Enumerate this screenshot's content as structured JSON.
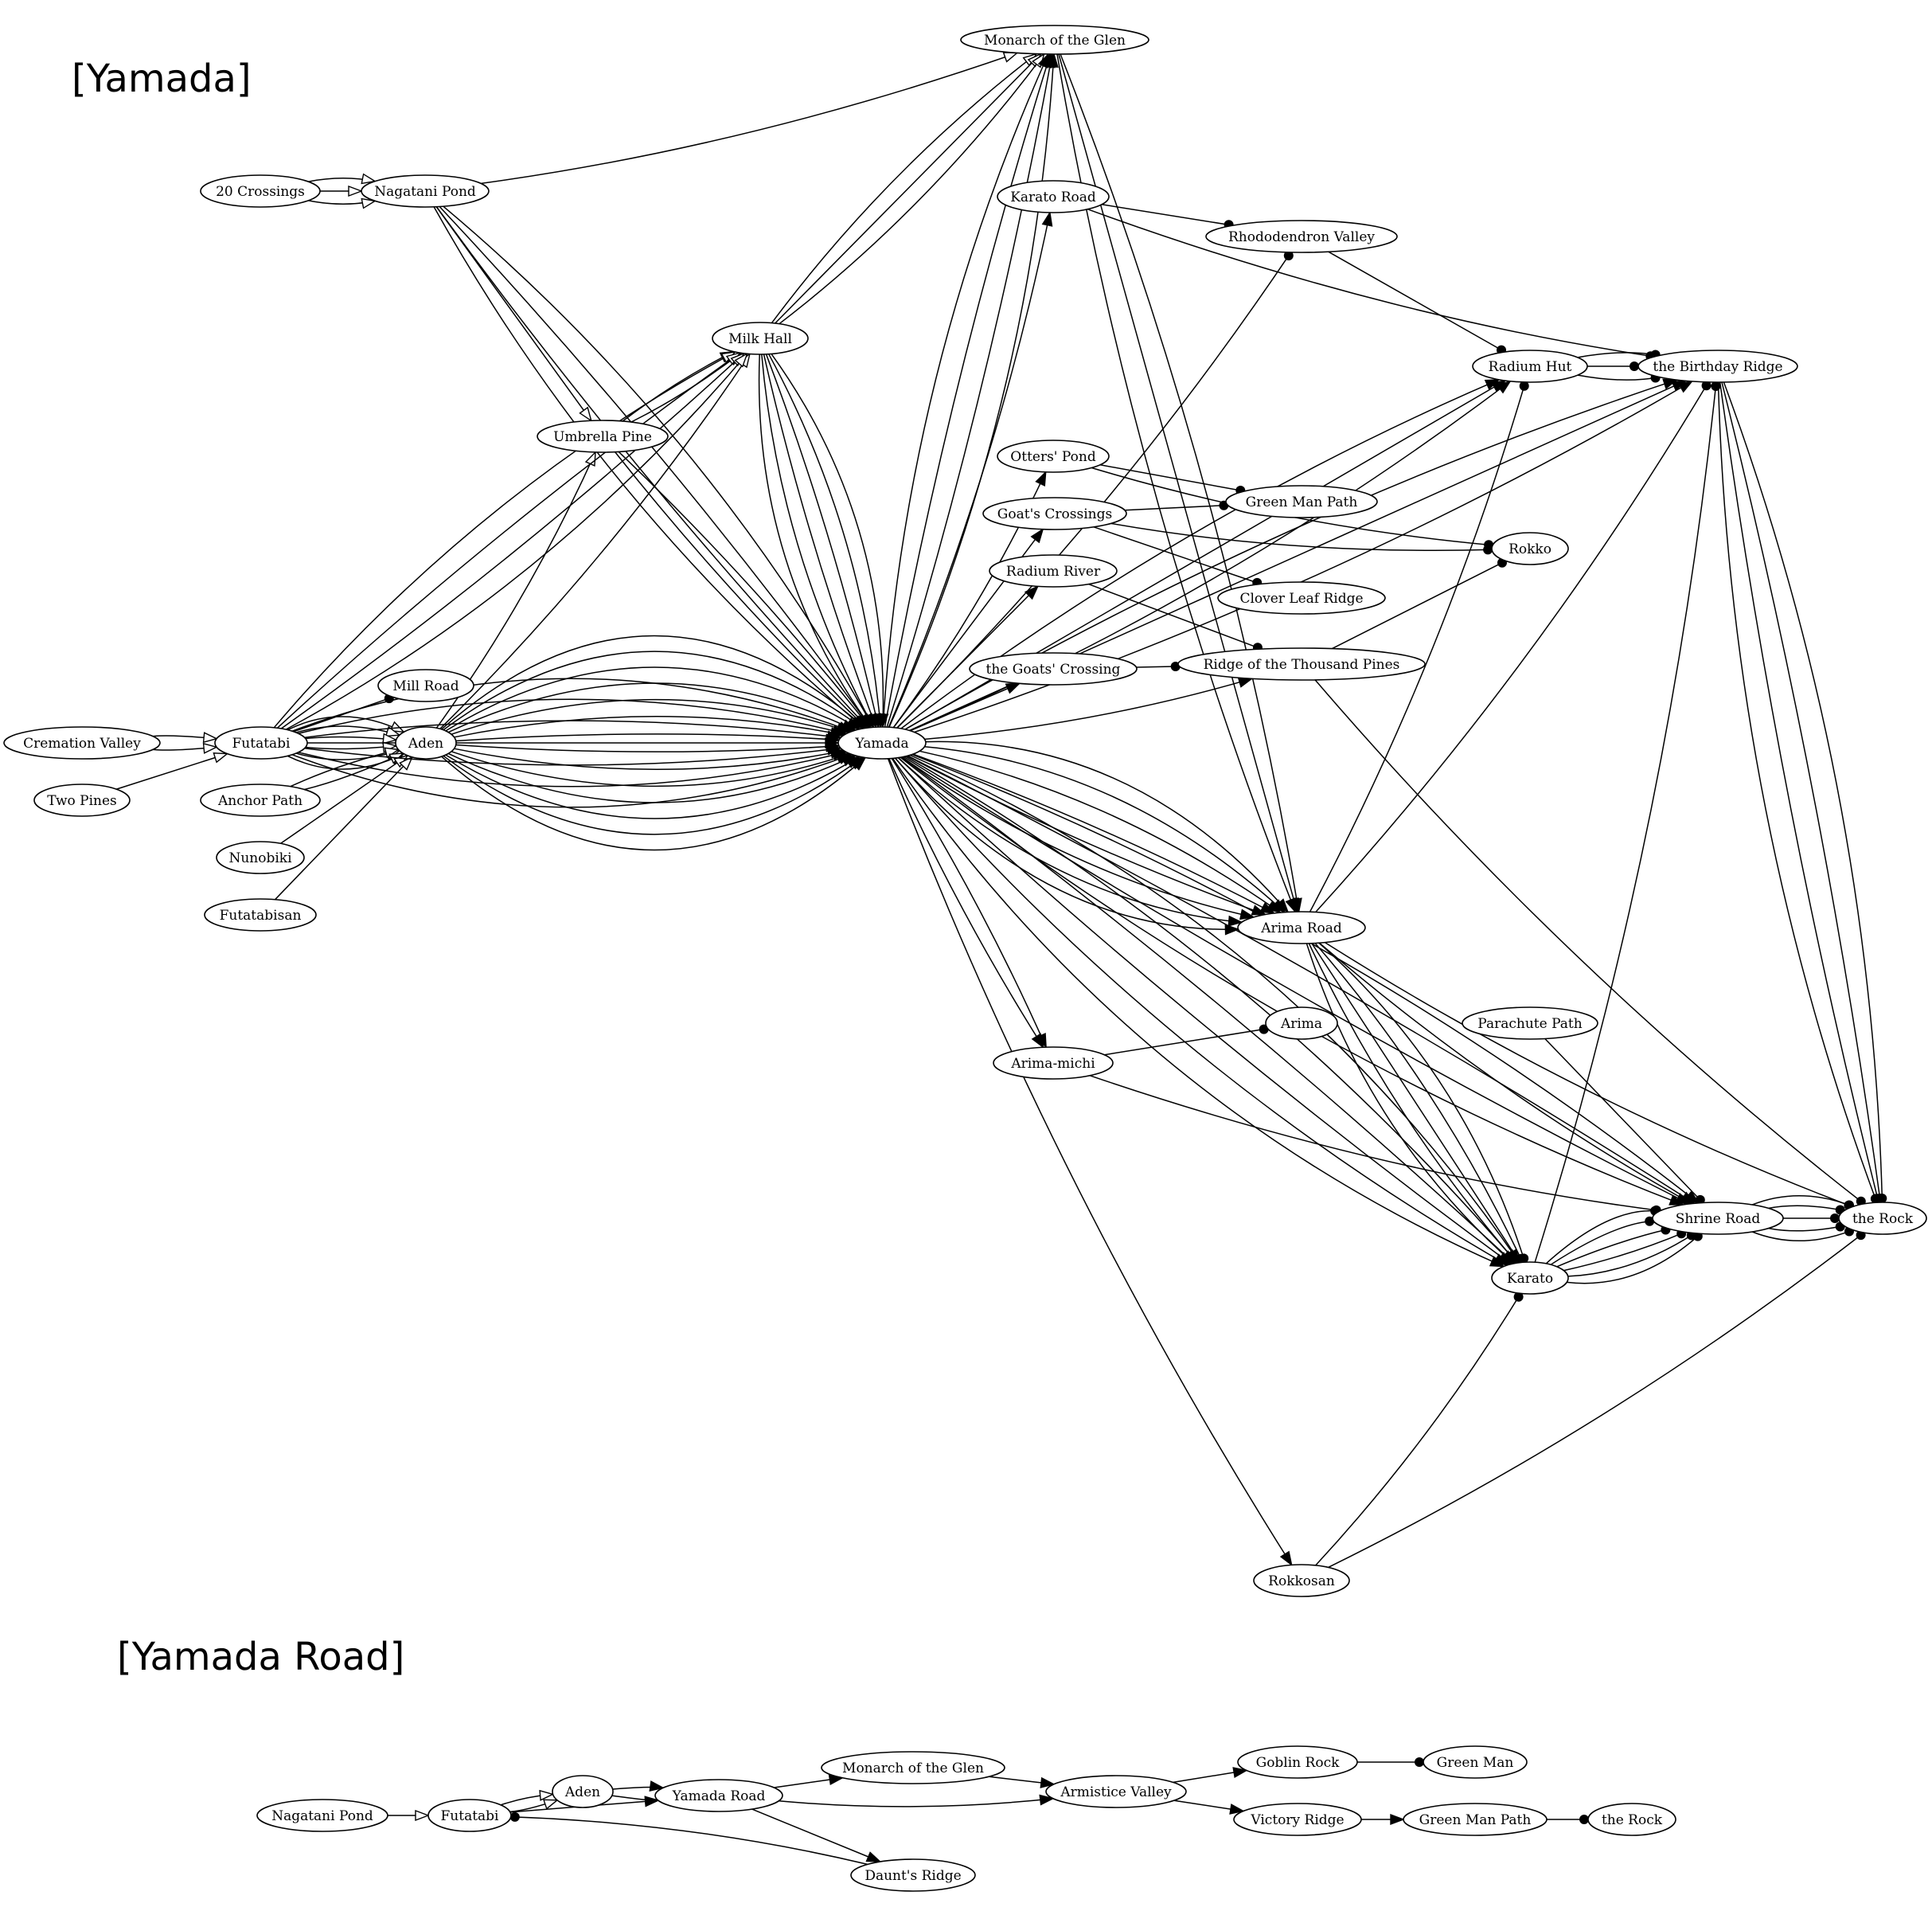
{
  "titles": {
    "yamada": "[Yamada]",
    "yamada_road": "[Yamada Road]"
  },
  "graphs": [
    {
      "id": "yamada",
      "nodes": [
        {
          "id": "monarch",
          "label": "Monarch of the Glen"
        },
        {
          "id": "crossings20",
          "label": "20 Crossings"
        },
        {
          "id": "nagatani",
          "label": "Nagatani Pond"
        },
        {
          "id": "karatoroad",
          "label": "Karato Road"
        },
        {
          "id": "rhodo",
          "label": "Rhododendron Valley"
        },
        {
          "id": "milkhall",
          "label": "Milk Hall"
        },
        {
          "id": "radiumhut",
          "label": "Radium Hut"
        },
        {
          "id": "birthday",
          "label": "the Birthday Ridge"
        },
        {
          "id": "umbrella",
          "label": "Umbrella Pine"
        },
        {
          "id": "otters",
          "label": "Otters' Pond"
        },
        {
          "id": "greenmanpath",
          "label": "Green Man Path"
        },
        {
          "id": "goatscx",
          "label": "Goat's Crossings"
        },
        {
          "id": "rokko",
          "label": "Rokko"
        },
        {
          "id": "radiumriver",
          "label": "Radium River"
        },
        {
          "id": "cloverleaf",
          "label": "Clover Leaf Ridge"
        },
        {
          "id": "goatscrossing",
          "label": "the Goats' Crossing"
        },
        {
          "id": "thousandpines",
          "label": "Ridge of the Thousand Pines"
        },
        {
          "id": "millroad",
          "label": "Mill Road"
        },
        {
          "id": "cremation",
          "label": "Cremation Valley"
        },
        {
          "id": "futatabi",
          "label": "Futatabi"
        },
        {
          "id": "aden",
          "label": "Aden"
        },
        {
          "id": "yamada",
          "label": "Yamada"
        },
        {
          "id": "twopines",
          "label": "Two Pines"
        },
        {
          "id": "anchorpath",
          "label": "Anchor Path"
        },
        {
          "id": "nunobiki",
          "label": "Nunobiki"
        },
        {
          "id": "futatabisan",
          "label": "Futatabisan"
        },
        {
          "id": "arimaroad",
          "label": "Arima Road"
        },
        {
          "id": "arima",
          "label": "Arima"
        },
        {
          "id": "parachute",
          "label": "Parachute Path"
        },
        {
          "id": "arimamichi",
          "label": "Arima-michi"
        },
        {
          "id": "shrineroad",
          "label": "Shrine Road"
        },
        {
          "id": "therock",
          "label": "the Rock"
        },
        {
          "id": "karato",
          "label": "Karato"
        },
        {
          "id": "rokkosan",
          "label": "Rokkosan"
        }
      ],
      "edges": [
        [
          "crossings20",
          "nagatani",
          "empty",
          3
        ],
        [
          "cremation",
          "futatabi",
          "empty",
          2
        ],
        [
          "twopines",
          "futatabi",
          "empty",
          1
        ],
        [
          "futatabi",
          "aden",
          "empty",
          6
        ],
        [
          "anchorpath",
          "aden",
          "empty",
          2
        ],
        [
          "nunobiki",
          "aden",
          "empty",
          1
        ],
        [
          "futatabisan",
          "aden",
          "empty",
          1
        ],
        [
          "nagatani",
          "umbrella",
          "empty",
          1
        ],
        [
          "nagatani",
          "monarch",
          "empty",
          1
        ],
        [
          "umbrella",
          "milkhall",
          "empty",
          2
        ],
        [
          "aden",
          "umbrella",
          "empty",
          1
        ],
        [
          "aden",
          "milkhall",
          "empty",
          1
        ],
        [
          "futatabi",
          "milkhall",
          "empty",
          4
        ],
        [
          "milkhall",
          "monarch",
          "empty",
          3
        ],
        [
          "futatabi",
          "millroad",
          "dot",
          1
        ],
        [
          "nagatani",
          "yamada",
          "filled",
          4
        ],
        [
          "futatabi",
          "yamada",
          "filled",
          7
        ],
        [
          "aden",
          "yamada",
          "filled",
          14
        ],
        [
          "milkhall",
          "yamada",
          "filled",
          6
        ],
        [
          "umbrella",
          "yamada",
          "filled",
          2
        ],
        [
          "yamada",
          "monarch",
          "filled",
          4
        ],
        [
          "yamada",
          "karatoroad",
          "filled",
          1
        ],
        [
          "yamada",
          "rhodo",
          "dot",
          1
        ],
        [
          "karatoroad",
          "rhodo",
          "dot",
          1
        ],
        [
          "yamada",
          "radiumhut",
          "filled",
          3
        ],
        [
          "rhodo",
          "radiumhut",
          "dot",
          1
        ],
        [
          "yamada",
          "birthday",
          "filled",
          3
        ],
        [
          "karatoroad",
          "birthday",
          "dot",
          1
        ],
        [
          "radiumhut",
          "birthday",
          "dot",
          3
        ],
        [
          "yamada",
          "otters",
          "filled",
          1
        ],
        [
          "otters",
          "greenmanpath",
          "dot",
          1
        ],
        [
          "otters",
          "rokko",
          "dot",
          1
        ],
        [
          "yamada",
          "goatscx",
          "filled",
          1
        ],
        [
          "goatscx",
          "greenmanpath",
          "dot",
          1
        ],
        [
          "goatscx",
          "rokko",
          "dot",
          1
        ],
        [
          "goatscx",
          "cloverleaf",
          "dot",
          1
        ],
        [
          "yamada",
          "radiumriver",
          "filled",
          1
        ],
        [
          "radiumriver",
          "thousandpines",
          "dot",
          1
        ],
        [
          "yamada",
          "goatscrossing",
          "filled",
          1
        ],
        [
          "goatscrossing",
          "thousandpines",
          "dot",
          1
        ],
        [
          "yamada",
          "thousandpines",
          "filled",
          1
        ],
        [
          "thousandpines",
          "rokko",
          "dot",
          1
        ],
        [
          "thousandpines",
          "therock",
          "dot",
          1
        ],
        [
          "monarch",
          "arimaroad",
          "filled",
          3
        ],
        [
          "yamada",
          "arimaroad",
          "filled",
          8
        ],
        [
          "arimaroad",
          "radiumhut",
          "dot",
          1
        ],
        [
          "arimaroad",
          "birthday",
          "dot",
          1
        ],
        [
          "arimaroad",
          "karato",
          "dot",
          5
        ],
        [
          "arimaroad",
          "shrineroad",
          "dot",
          1
        ],
        [
          "arimaroad",
          "therock",
          "dot",
          1
        ],
        [
          "yamada",
          "arimamichi",
          "filled",
          2
        ],
        [
          "arimamichi",
          "arima",
          "dot",
          1
        ],
        [
          "arimamichi",
          "shrineroad",
          "dot",
          1
        ],
        [
          "parachute",
          "shrineroad",
          "dot",
          1
        ],
        [
          "yamada",
          "shrineroad",
          "filled",
          4
        ],
        [
          "karato",
          "shrineroad",
          "dot",
          6
        ],
        [
          "yamada",
          "karato",
          "filled",
          6
        ],
        [
          "karato",
          "birthday",
          "dot",
          1
        ],
        [
          "shrineroad",
          "therock",
          "dot",
          5
        ],
        [
          "birthday",
          "therock",
          "dot",
          4
        ],
        [
          "yamada",
          "rokkosan",
          "filled",
          1
        ],
        [
          "rokkosan",
          "karato",
          "dot",
          1
        ],
        [
          "rokkosan",
          "therock",
          "dot",
          1
        ]
      ]
    },
    {
      "id": "yamadaroad",
      "nodes": [
        {
          "id": "r_nagatani",
          "label": "Nagatani Pond"
        },
        {
          "id": "r_futatabi",
          "label": "Futatabi"
        },
        {
          "id": "r_aden",
          "label": "Aden"
        },
        {
          "id": "r_yamadaroad",
          "label": "Yamada Road"
        },
        {
          "id": "r_monarch",
          "label": "Monarch of the Glen"
        },
        {
          "id": "r_armistice",
          "label": "Armistice Valley"
        },
        {
          "id": "r_goblin",
          "label": "Goblin Rock"
        },
        {
          "id": "r_greenman",
          "label": "Green Man"
        },
        {
          "id": "r_victory",
          "label": "Victory Ridge"
        },
        {
          "id": "r_greenmanpath",
          "label": "Green Man Path"
        },
        {
          "id": "r_therock",
          "label": "the Rock"
        },
        {
          "id": "r_daunt",
          "label": "Daunt's Ridge"
        }
      ],
      "edges": [
        [
          "r_nagatani",
          "r_futatabi",
          "empty",
          1
        ],
        [
          "r_futatabi",
          "r_aden",
          "empty",
          2
        ],
        [
          "r_futatabi",
          "r_yamadaroad",
          "filled",
          1
        ],
        [
          "r_aden",
          "r_yamadaroad",
          "filled",
          2
        ],
        [
          "r_yamadaroad",
          "r_monarch",
          "filled",
          1
        ],
        [
          "r_yamadaroad",
          "r_armistice",
          "filled",
          1
        ],
        [
          "r_yamadaroad",
          "r_daunt",
          "filled",
          1
        ],
        [
          "r_daunt",
          "r_futatabi",
          "dot",
          1
        ],
        [
          "r_monarch",
          "r_armistice",
          "filled",
          1
        ],
        [
          "r_armistice",
          "r_goblin",
          "filled",
          1
        ],
        [
          "r_armistice",
          "r_victory",
          "filled",
          1
        ],
        [
          "r_goblin",
          "r_greenman",
          "dot",
          1
        ],
        [
          "r_victory",
          "r_greenmanpath",
          "filled",
          1
        ],
        [
          "r_greenmanpath",
          "r_therock",
          "dot",
          1
        ]
      ]
    }
  ]
}
